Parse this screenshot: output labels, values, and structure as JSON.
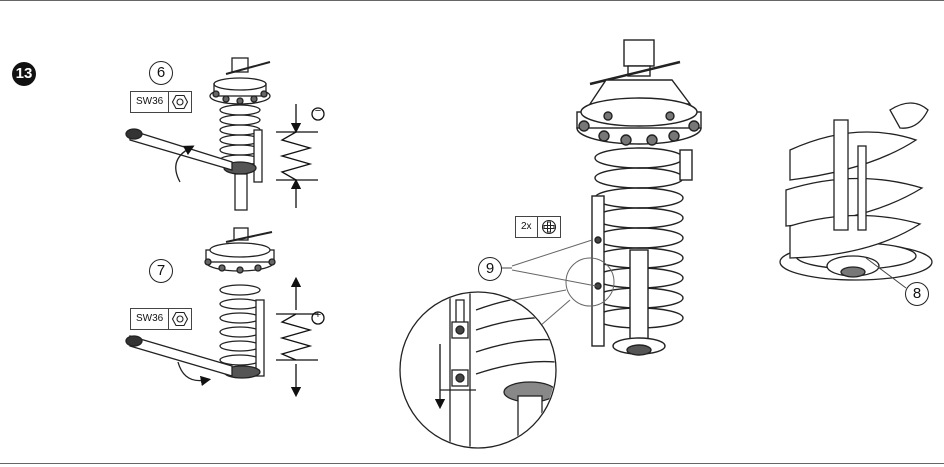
{
  "step_number": "13",
  "callouts": {
    "c6": "6",
    "c7": "7",
    "c8": "8",
    "c9": "9"
  },
  "tools": {
    "wrench1": "SW36",
    "wrench2": "SW36",
    "quantity": "2x"
  },
  "signs": {
    "minus": "−",
    "plus": "+"
  },
  "icons": [
    "hex-nut-icon",
    "phillips-screw-icon",
    "wrench-icon",
    "spring-icon"
  ]
}
